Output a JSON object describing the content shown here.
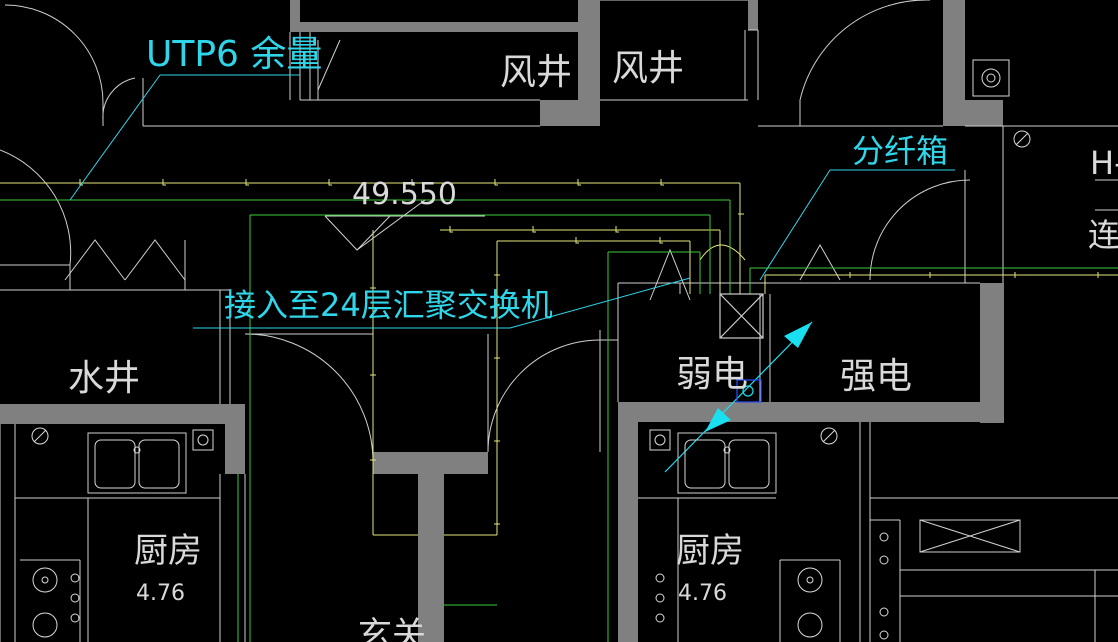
{
  "colors": {
    "background": "#000000",
    "wall": "#808080",
    "line": "#ffffff",
    "annotation": "#2fd6ea",
    "cable_yellow": "#e6e67a",
    "cable_green": "#3ccc3c",
    "arrow": "#19e0f0",
    "device_blue": "#2a4cff"
  },
  "annotations": {
    "utp6": "UTP6 余量",
    "fiber_box": "分纤箱",
    "elevation": "49.550",
    "access": "接入至24层汇聚交换机",
    "partial_right": "H-",
    "partial_right2": "连"
  },
  "rooms": {
    "wind_shaft_1": "风井",
    "wind_shaft_2": "风井",
    "water_shaft": "水井",
    "weak_current": "弱电",
    "strong_current": "强电",
    "kitchen_left": "厨房",
    "kitchen_left_area": "4.76",
    "kitchen_right": "厨房",
    "kitchen_right_area": "4.76",
    "foyer": "玄关"
  },
  "icons": {
    "socket": "socket-icon",
    "sink": "sink-icon",
    "stove": "stove-icon",
    "distribution_box": "distribution-box-icon",
    "section_arrow": "section-arrow-icon"
  }
}
